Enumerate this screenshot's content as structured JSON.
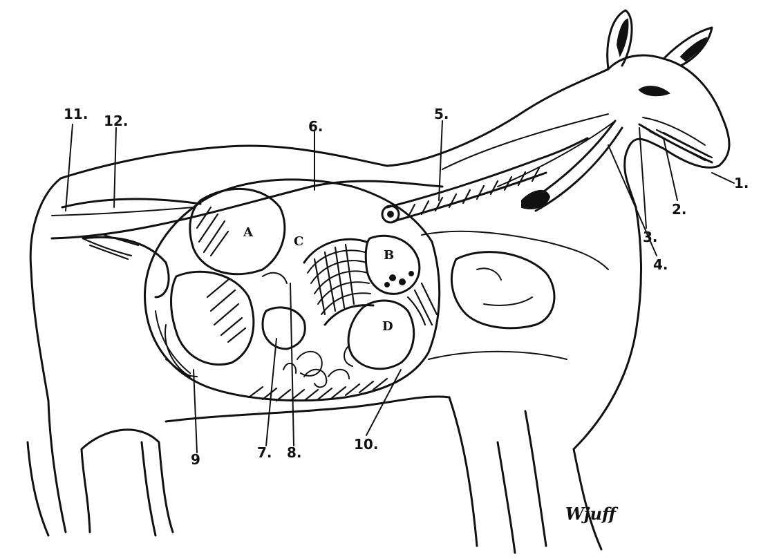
{
  "labels": {
    "n1": "1.",
    "n2": "2.",
    "n3": "3.",
    "n4": "4.",
    "n5": "5.",
    "n6": "6.",
    "n7": "7.",
    "n8": "8.",
    "n9": "9",
    "n10": "10.",
    "n11": "11.",
    "n12": "12."
  },
  "organs": {
    "a": "A",
    "b": "B",
    "c": "C",
    "d": "D"
  },
  "signature": "Wjuff"
}
